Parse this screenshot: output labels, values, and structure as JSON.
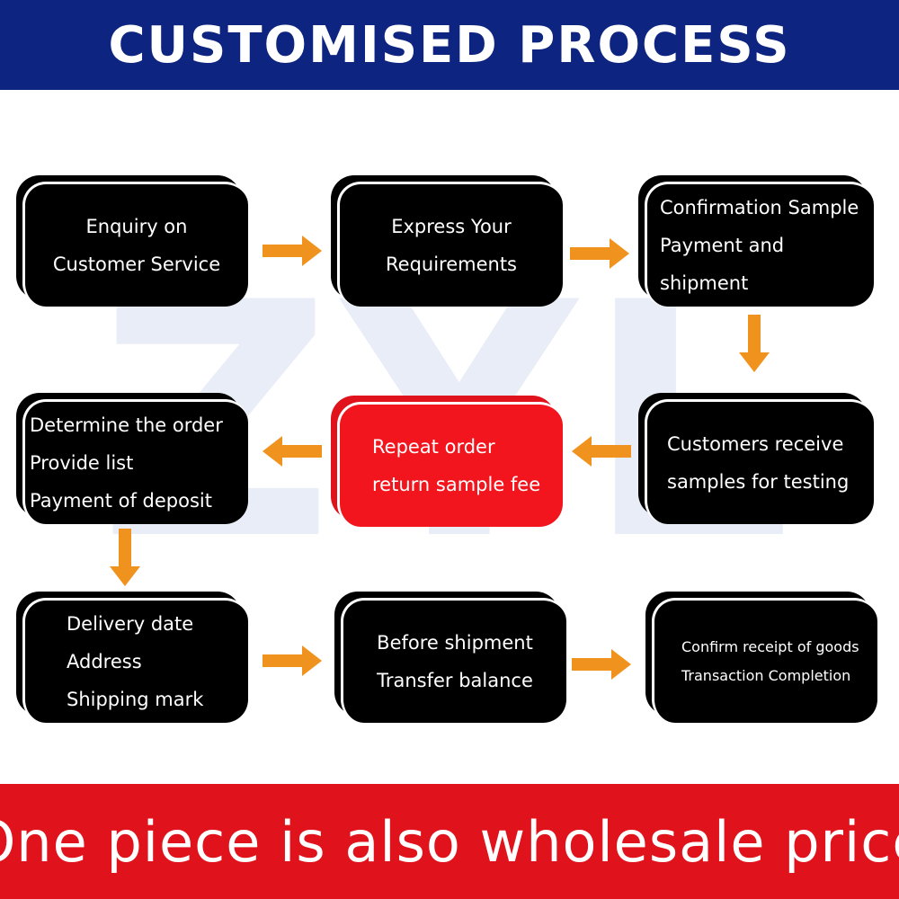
{
  "header": {
    "title": "CUSTOMISED PROCESS",
    "color": "#0d2480"
  },
  "footer": {
    "tagline": "One piece is also wholesale price",
    "color": "#e0121b"
  },
  "watermark": {
    "text": "ZYL"
  },
  "arrow_color": "#f0921e",
  "steps": [
    {
      "lines": [
        "Enquiry on",
        "Customer Service"
      ]
    },
    {
      "lines": [
        "Express Your",
        "Requirements"
      ]
    },
    {
      "lines": [
        "Confirmation Sample",
        "Payment and shipment"
      ]
    },
    {
      "lines": [
        "Customers receive",
        "samples for testing"
      ]
    },
    {
      "lines": [
        "Repeat order",
        "return sample fee"
      ],
      "highlight": true
    },
    {
      "lines": [
        "Determine the order",
        "Provide list",
        "Payment of deposit"
      ]
    },
    {
      "lines": [
        "Delivery date",
        "Address",
        "Shipping mark"
      ]
    },
    {
      "lines": [
        "Before shipment",
        "Transfer balance"
      ]
    },
    {
      "lines": [
        "Confirm receipt of goods",
        "Transaction Completion"
      ]
    }
  ]
}
